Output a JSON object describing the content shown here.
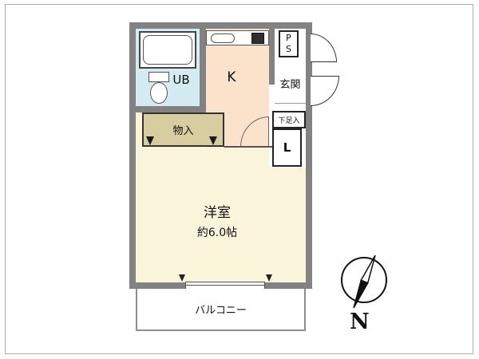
{
  "floorplan": {
    "rooms": {
      "ub": {
        "label": "UB"
      },
      "kitchen": {
        "label": "K"
      },
      "pipe_space": {
        "line1": "P",
        "line2": "S"
      },
      "entrance": {
        "label": "玄関"
      },
      "shoe_cabinet": {
        "label": "下足入"
      },
      "closet": {
        "label": "L"
      },
      "storage": {
        "label": "物入"
      },
      "western_room": {
        "label": "洋室",
        "size": "約6.0帖"
      },
      "balcony": {
        "label": "バルコニー"
      }
    },
    "compass": {
      "north": "N"
    },
    "colors": {
      "wall": "#828282",
      "ub_bg": "#d5ebf4",
      "kitchen_bg": "#fbe3cb",
      "storage_bg": "#d7cd9f",
      "western_room_bg": "#faf5da",
      "line": "#333333"
    }
  }
}
